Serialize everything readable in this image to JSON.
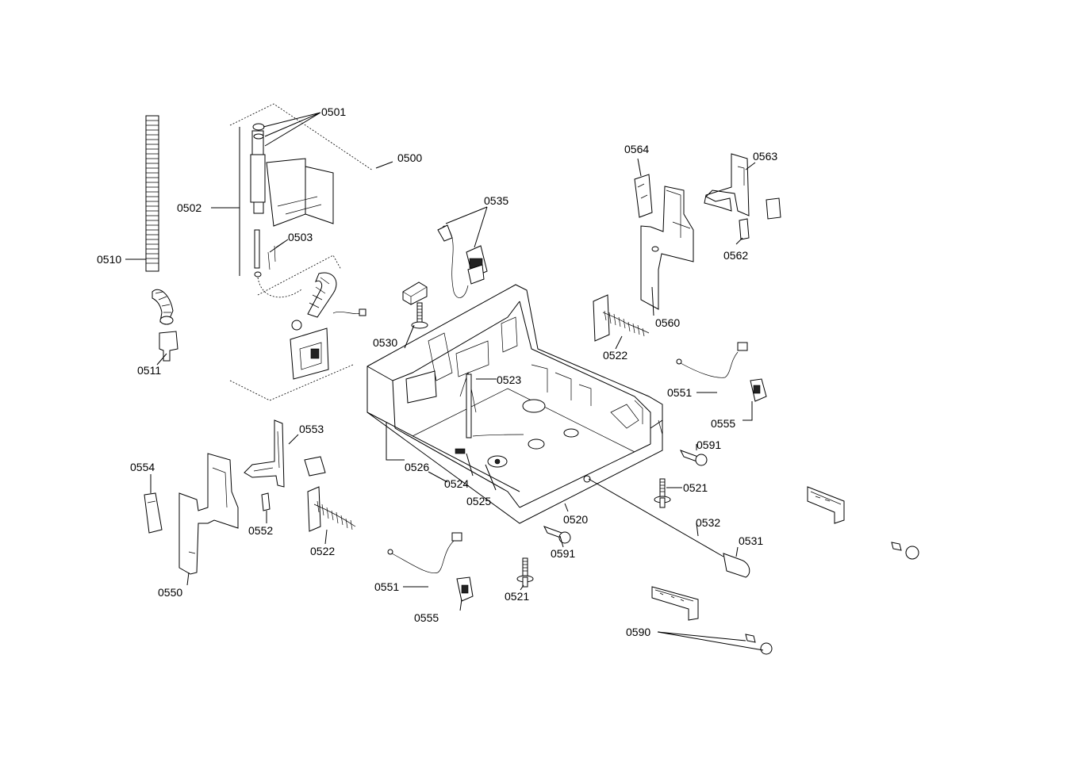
{
  "labels": {
    "l0500": "0500",
    "l0501": "0501",
    "l0502": "0502",
    "l0503": "0503",
    "l0510": "0510",
    "l0511": "0511",
    "l0520": "0520",
    "l0521a": "0521",
    "l0521b": "0521",
    "l0522a": "0522",
    "l0522b": "0522",
    "l0523": "0523",
    "l0524": "0524",
    "l0525": "0525",
    "l0526": "0526",
    "l0530": "0530",
    "l0531": "0531",
    "l0532": "0532",
    "l0535": "0535",
    "l0550": "0550",
    "l0551a": "0551",
    "l0551b": "0551",
    "l0552": "0552",
    "l0553": "0553",
    "l0554": "0554",
    "l0555a": "0555",
    "l0555b": "0555",
    "l0560": "0560",
    "l0562": "0562",
    "l0563": "0563",
    "l0564": "0564",
    "l0590": "0590",
    "l0591a": "0591",
    "l0591b": "0591"
  }
}
